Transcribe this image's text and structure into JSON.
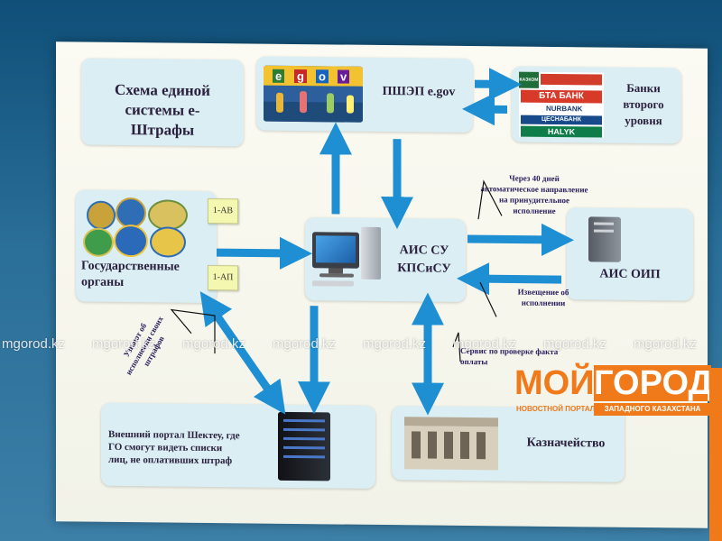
{
  "title": "Схема единой системы е-Штрафы",
  "nodes": {
    "egov": "ПШЭП e.gov",
    "egov_banner": [
      "e",
      "g",
      "o",
      "v"
    ],
    "banks": "Банки второго уровня",
    "bank_logos": [
      "КАЗКОМ",
      "БТА БАНК",
      "NURBANK",
      "ЦЕСНАБАНК",
      "HALYK"
    ],
    "gov": "Государственные органы",
    "ais_su": "АИС СУ КПСиСУ",
    "ais_oip": "АИС ОИП",
    "portal": "Внешний портал Шектеу, где ГО смогут видеть списки лиц, не оплативших штраф",
    "treasury": "Казначейство"
  },
  "docs": [
    "1-АВ",
    "1-АП"
  ],
  "notes": {
    "forty_days": "Через 40 дней автоматическое направление на принудительное исполнение",
    "notice": "Извещение об исполнении",
    "service": "Сервис по проверке факта оплаты",
    "learn": "Узнают об исполнении своих штрафов"
  },
  "watermark": {
    "text": "mgorod.kz",
    "repeat": 8,
    "logo_main_left": "МОЙ",
    "logo_main_right": "ГОРОД",
    "logo_sub_left": "НОВОСТНОЙ ПОРТАЛ",
    "logo_sub_right": "ЗАПАДНОГО КАЗАХСТАНА"
  },
  "colors": {
    "arrow": "#1e8fd2",
    "box": "#daeef3",
    "brand_orange": "#f07a1a"
  }
}
